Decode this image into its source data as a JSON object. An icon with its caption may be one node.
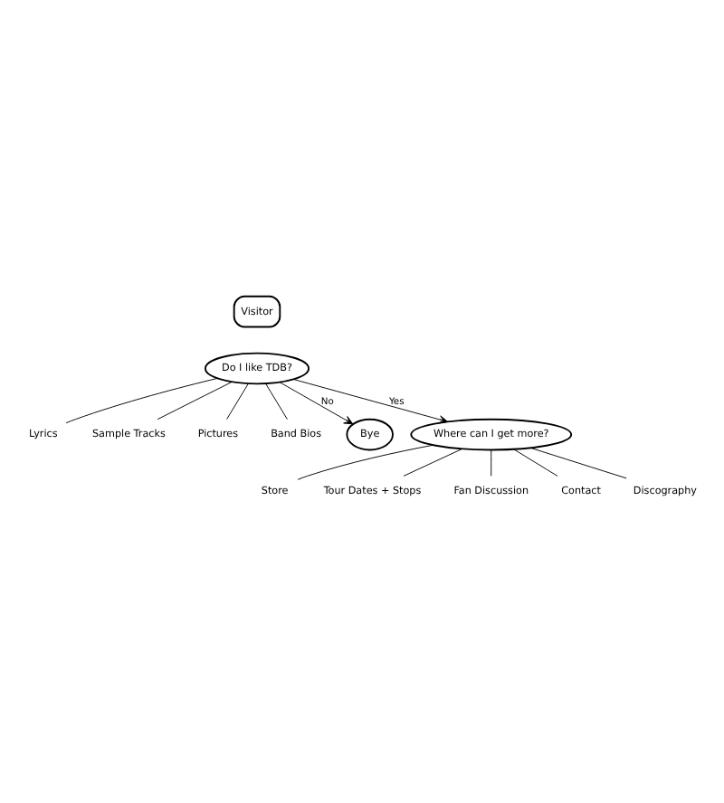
{
  "diagram": {
    "nodes": [
      {
        "text": [
          "Visitor"
        ]
      },
      {
        "text": [
          "Do I like TDB?"
        ]
      },
      {
        "text": [
          "Lyrics"
        ]
      },
      {
        "text": [
          "Sample Tracks"
        ]
      },
      {
        "text": [
          "Pictures"
        ]
      },
      {
        "text": [
          "Band Bios"
        ]
      },
      {
        "text": [
          "Bye"
        ]
      },
      {
        "text": [
          "Where can I get more?"
        ]
      },
      {
        "text": [
          "Store"
        ]
      },
      {
        "text": [
          "Tour Dates + Stops"
        ]
      },
      {
        "text": [
          "Fan Discussion"
        ]
      },
      {
        "text": [
          "Contact"
        ]
      },
      {
        "text": [
          "Discography"
        ]
      }
    ],
    "edges": [
      {
        "from": 1,
        "to": 2,
        "arrow": "none"
      },
      {
        "from": 1,
        "to": 3,
        "arrow": "none"
      },
      {
        "from": 1,
        "to": 4,
        "arrow": "none"
      },
      {
        "from": 1,
        "to": 5,
        "arrow": "none"
      },
      {
        "from": 1,
        "to": 6,
        "arrow": "to",
        "label": "No"
      },
      {
        "from": 1,
        "to": 7,
        "arrow": "to",
        "label": "Yes"
      },
      {
        "from": 7,
        "to": 8,
        "arrow": "none"
      },
      {
        "from": 7,
        "to": 9,
        "arrow": "none"
      },
      {
        "from": 7,
        "to": 10,
        "arrow": "none"
      },
      {
        "from": 7,
        "to": 11,
        "arrow": "none"
      },
      {
        "from": 7,
        "to": 12,
        "arrow": "none"
      }
    ]
  }
}
